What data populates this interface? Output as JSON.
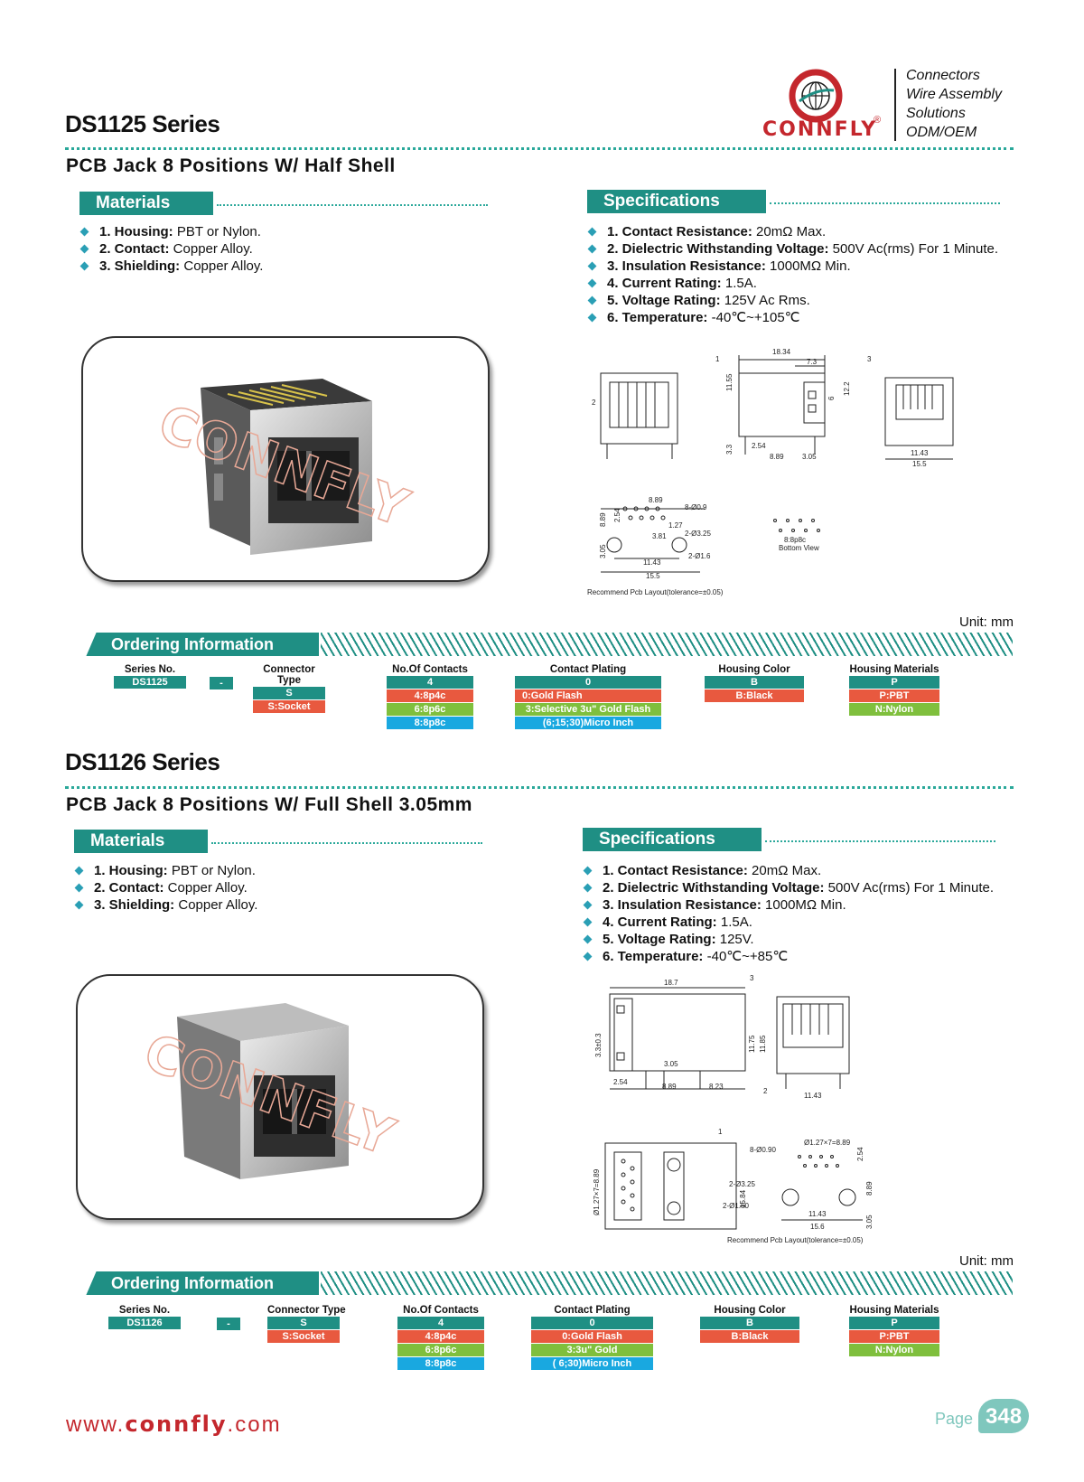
{
  "brand": {
    "name": "CONNFLY",
    "tagline": [
      "Connectors",
      "Wire Assembly",
      "Solutions",
      "ODM/OEM"
    ],
    "color": "#c4272d",
    "accent": "#1f8f84"
  },
  "sections": [
    {
      "series": "DS1125 Series",
      "subtitle": "PCB Jack 8 Positions W/ Half Shell",
      "materials_title": "Materials",
      "materials": [
        {
          "label": "1. Housing:",
          "value": " PBT or Nylon."
        },
        {
          "label": "2. Contact:",
          "value": " Copper Alloy."
        },
        {
          "label": "3. Shielding:",
          "value": " Copper Alloy."
        }
      ],
      "specs_title": "Specifications",
      "specs": [
        {
          "label": "1. Contact Resistance:",
          "value": " 20mΩ Max."
        },
        {
          "label": "2. Dielectric Withstanding Voltage:",
          "value": " 500V Ac(rms) For 1 Minute."
        },
        {
          "label": "3. Insulation Resistance:",
          "value": " 1000MΩ Min."
        },
        {
          "label": "4. Current Rating:",
          "value": " 1.5A."
        },
        {
          "label": "5. Voltage Rating:",
          "value": " 125V Ac Rms."
        },
        {
          "label": "6. Temperature:",
          "value": " -40℃~+105℃"
        }
      ],
      "drawing": {
        "dims": [
          "18.34",
          "7.3",
          "11.55",
          "6",
          "12.2",
          "3.3",
          "2.54",
          "8.89",
          "3.05",
          "11.43",
          "15.5",
          "8.89",
          "2.54",
          "1.27",
          "3.81",
          "11.43",
          "15.5",
          "3.05",
          "8.89"
        ],
        "notes": [
          "8-Ø0.9",
          "2-Ø3.25",
          "2-Ø1.6",
          "8:8p8c",
          "Bottom View",
          "Recommend Pcb Layout(tolerance=±0.05)"
        ],
        "callouts": [
          "1",
          "2",
          "3"
        ]
      },
      "unit": "Unit: mm",
      "ordering": {
        "title": "Ordering Information",
        "columns": [
          {
            "head": "Series No.",
            "code": "DS1125",
            "options": []
          },
          {
            "head": "",
            "code": "-",
            "options": []
          },
          {
            "head": "Connector Type",
            "code": "S",
            "options": [
              {
                "text": "S:Socket",
                "color": "red"
              }
            ]
          },
          {
            "head": "No.Of Contacts",
            "code": "4",
            "options": [
              {
                "text": "4:8p4c",
                "color": "red"
              },
              {
                "text": "6:8p6c",
                "color": "green"
              },
              {
                "text": "8:8p8c",
                "color": "blue"
              }
            ]
          },
          {
            "head": "Contact Plating",
            "code": "0",
            "options": [
              {
                "text": "0:Gold Flash",
                "color": "red"
              },
              {
                "text": "3:Selective 3u\" Gold Flash",
                "color": "green"
              },
              {
                "text": "(6;15;30)Micro Inch",
                "color": "blue"
              }
            ]
          },
          {
            "head": "Housing Color",
            "code": "B",
            "options": [
              {
                "text": "B:Black",
                "color": "red"
              }
            ]
          },
          {
            "head": "Housing Materials",
            "code": "P",
            "options": [
              {
                "text": "P:PBT",
                "color": "red"
              },
              {
                "text": "N:Nylon",
                "color": "green"
              }
            ]
          }
        ]
      }
    },
    {
      "series": "DS1126 Series",
      "subtitle": "PCB Jack 8 Positions W/ Full Shell 3.05mm",
      "materials_title": "Materials",
      "materials": [
        {
          "label": "1. Housing:",
          "value": " PBT or Nylon."
        },
        {
          "label": "2. Contact:",
          "value": " Copper Alloy."
        },
        {
          "label": "3. Shielding:",
          "value": " Copper Alloy."
        }
      ],
      "specs_title": "Specifications",
      "specs": [
        {
          "label": "1. Contact Resistance:",
          "value": " 20mΩ Max."
        },
        {
          "label": "2. Dielectric Withstanding Voltage:",
          "value": " 500V Ac(rms) For 1 Minute."
        },
        {
          "label": "3. Insulation Resistance:",
          "value": " 1000MΩ Min."
        },
        {
          "label": "4. Current Rating:",
          "value": " 1.5A."
        },
        {
          "label": "5. Voltage Rating:",
          "value": " 125V."
        },
        {
          "label": "6. Temperature:",
          "value": " -40℃~+85℃"
        }
      ],
      "drawing": {
        "dims": [
          "18.7",
          "3.3±0.3",
          "3.05",
          "11.75",
          "11.85",
          "2.54",
          "8.89",
          "8.23",
          "11.43",
          "Ø1.27×7=8.89",
          "Ø1.27×7=8.89",
          "2.54",
          "8.89",
          "3.05",
          "15.84",
          "11.43",
          "15.6"
        ],
        "notes": [
          "8-Ø0.90",
          "2-Ø3.25",
          "2-Ø1.60",
          "Recommend Pcb Layout(tolerance=±0.05)"
        ],
        "callouts": [
          "1",
          "2",
          "3"
        ]
      },
      "unit": "Unit: mm",
      "ordering": {
        "title": "Ordering Information",
        "columns": [
          {
            "head": "Series No.",
            "code": "DS1126",
            "options": []
          },
          {
            "head": "",
            "code": "-",
            "options": []
          },
          {
            "head": "Connector Type",
            "code": "S",
            "options": [
              {
                "text": "S:Socket",
                "color": "red"
              }
            ]
          },
          {
            "head": "No.Of Contacts",
            "code": "4",
            "options": [
              {
                "text": "4:8p4c",
                "color": "red"
              },
              {
                "text": "6:8p6c",
                "color": "green"
              },
              {
                "text": "8:8p8c",
                "color": "blue"
              }
            ]
          },
          {
            "head": "Contact Plating",
            "code": "0",
            "options": [
              {
                "text": "0:Gold Flash",
                "color": "red"
              },
              {
                "text": "3:3u\" Gold",
                "color": "green"
              },
              {
                "text": "( 6;30)Micro Inch",
                "color": "blue"
              }
            ]
          },
          {
            "head": "Housing Color",
            "code": "B",
            "options": [
              {
                "text": "B:Black",
                "color": "red"
              }
            ]
          },
          {
            "head": "Housing Materials",
            "code": "P",
            "options": [
              {
                "text": "P:PBT",
                "color": "red"
              },
              {
                "text": "N:Nylon",
                "color": "green"
              }
            ]
          }
        ]
      }
    }
  ],
  "footer": {
    "url_prefix": "www.",
    "url_brand": "connfly",
    "url_suffix": ".com",
    "page_label": "Page",
    "page_number": "348"
  }
}
